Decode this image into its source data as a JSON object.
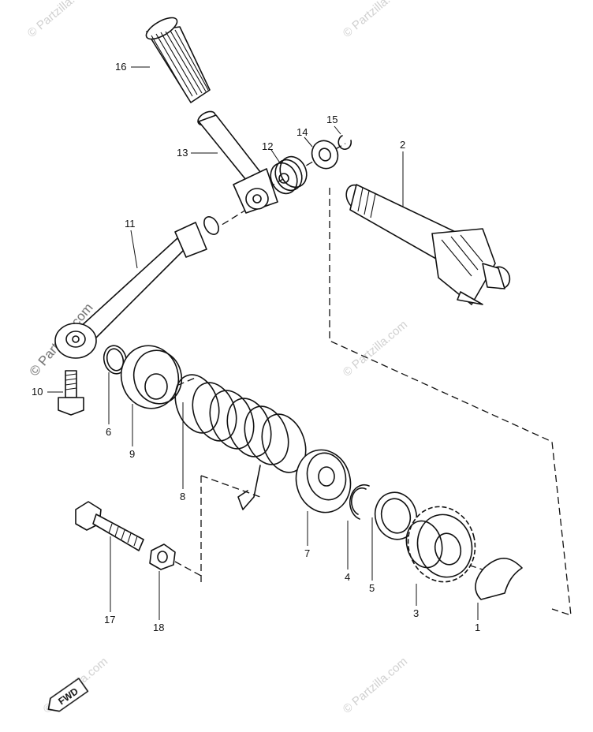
{
  "watermark": {
    "text": "© Partzilla.com"
  },
  "fwd_badge": "FWD",
  "parts": [
    {
      "ref": "1"
    },
    {
      "ref": "2"
    },
    {
      "ref": "3"
    },
    {
      "ref": "4"
    },
    {
      "ref": "5"
    },
    {
      "ref": "6"
    },
    {
      "ref": "7"
    },
    {
      "ref": "8"
    },
    {
      "ref": "9"
    },
    {
      "ref": "10"
    },
    {
      "ref": "11"
    },
    {
      "ref": "12"
    },
    {
      "ref": "13"
    },
    {
      "ref": "14"
    },
    {
      "ref": "15"
    },
    {
      "ref": "16"
    },
    {
      "ref": "17"
    },
    {
      "ref": "18"
    }
  ]
}
